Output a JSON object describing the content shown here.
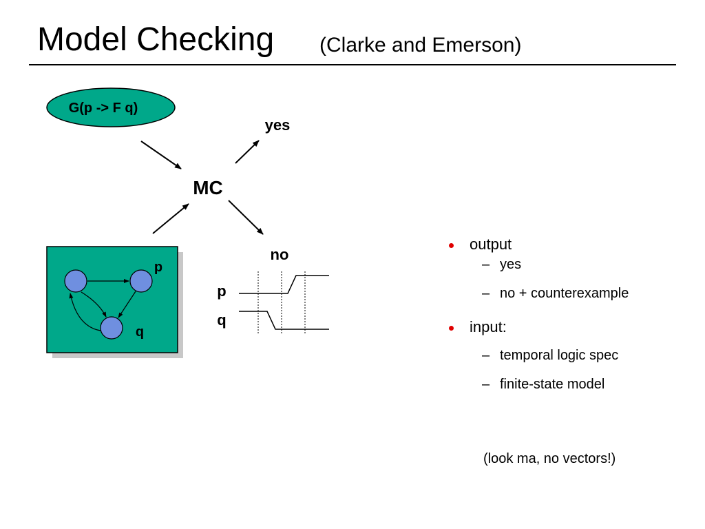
{
  "title": {
    "main": "Model Checking",
    "sub": "(Clarke and Emerson)"
  },
  "diagram": {
    "spec_formula": "G(p -> F q)",
    "checker_label": "MC",
    "result_yes": "yes",
    "result_no": "no",
    "model_labels": {
      "p": "p",
      "q": "q"
    },
    "trace_signals": [
      "p",
      "q"
    ]
  },
  "bullets": [
    {
      "label": "output",
      "sub": [
        "yes",
        "no + counterexample"
      ]
    },
    {
      "label": "input:",
      "sub": [
        "temporal logic spec",
        "finite-state model"
      ]
    }
  ],
  "bullet_marker": "•",
  "sub_marker": "–",
  "note": "(look ma, no vectors!)",
  "colors": {
    "ellipse_fill": "#00a88a",
    "model_fill": "#00a88a",
    "model_shadow": "#c8c8c8",
    "node_fill": "#6f8fe0",
    "bullet_dot": "#e00000"
  }
}
